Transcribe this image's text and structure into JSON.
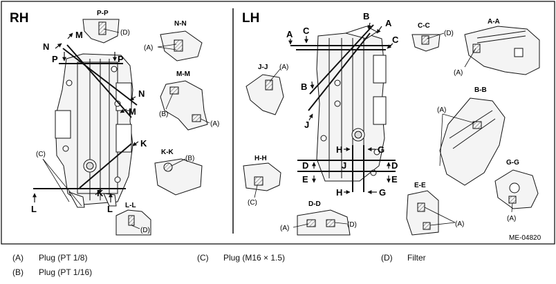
{
  "panels": {
    "rh": {
      "title": "RH"
    },
    "lh": {
      "title": "LH"
    }
  },
  "sections": {
    "pp": "P-P",
    "nn": "N-N",
    "mm": "M-M",
    "kk": "K-K",
    "ll": "L-L",
    "jj": "J-J",
    "hh": "H-H",
    "dd": "D-D",
    "cc": "C-C",
    "aa": "A-A",
    "bb": "B-B",
    "gg": "G-G",
    "ee": "E-E"
  },
  "callouts": {
    "a": "(A)",
    "b": "(B)",
    "c": "(C)",
    "d": "(D)"
  },
  "cut_letters": {
    "p": "P",
    "n": "N",
    "m": "M",
    "k": "K",
    "l": "L",
    "a": "A",
    "b": "B",
    "c": "C",
    "j": "J",
    "h": "H",
    "g": "G",
    "d": "D",
    "e": "E"
  },
  "figure_code": "ME-04820",
  "legend": [
    {
      "key": "(A)",
      "text": "Plug (PT 1/8)"
    },
    {
      "key": "(B)",
      "text": "Plug (PT 1/16)"
    },
    {
      "key": "(C)",
      "text": "Plug (M16 × 1.5)"
    },
    {
      "key": "(D)",
      "text": "Filter"
    }
  ]
}
